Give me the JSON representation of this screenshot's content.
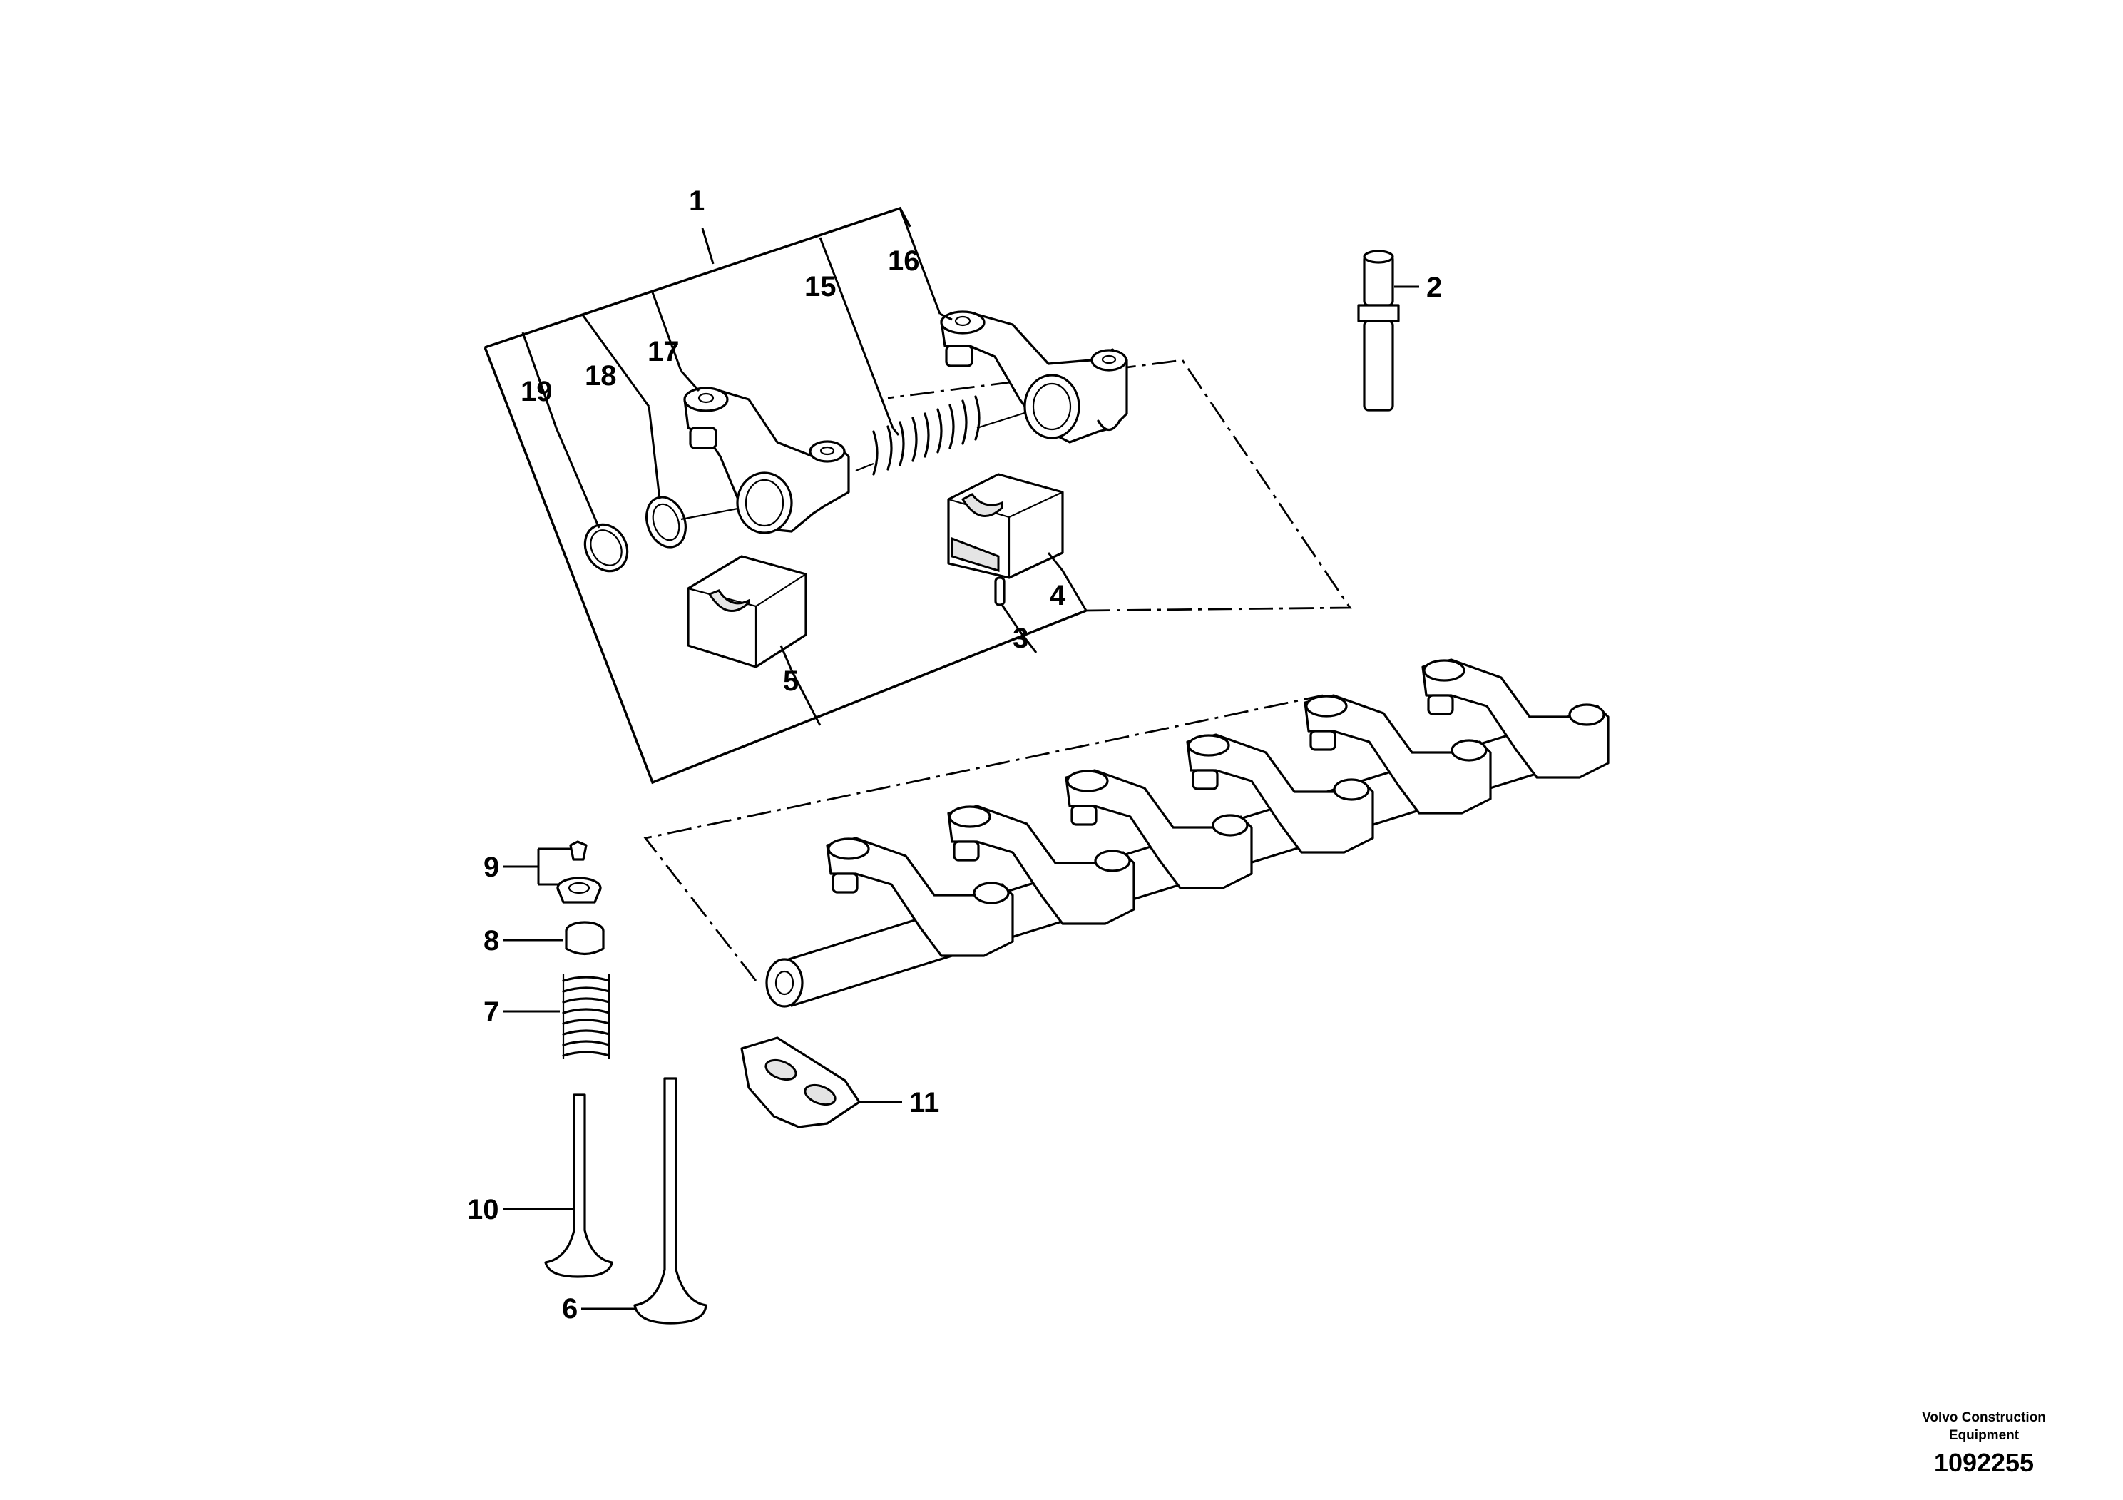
{
  "diagram": {
    "callouts": {
      "c1": "1",
      "c2": "2",
      "c3": "3",
      "c4": "4",
      "c5": "5",
      "c6": "6",
      "c7": "7",
      "c8": "8",
      "c9": "9",
      "c10": "10",
      "c11": "11",
      "c15": "15",
      "c16": "16",
      "c17": "17",
      "c18": "18",
      "c19": "19"
    },
    "parts": [
      "rocker-arm-kit",
      "bolt",
      "pin",
      "bearing-bracket",
      "bearing-bracket",
      "valve",
      "valve-spring",
      "valve-spring-retainer",
      "valve-collet-and-cap",
      "valve",
      "valve-bridge",
      "spring",
      "rocker-arm",
      "rocker-arm",
      "washer",
      "retaining-ring",
      "rocker-shaft-assembly"
    ]
  },
  "footer": {
    "company": "Volvo Construction Equipment",
    "document_number": "1092255"
  }
}
